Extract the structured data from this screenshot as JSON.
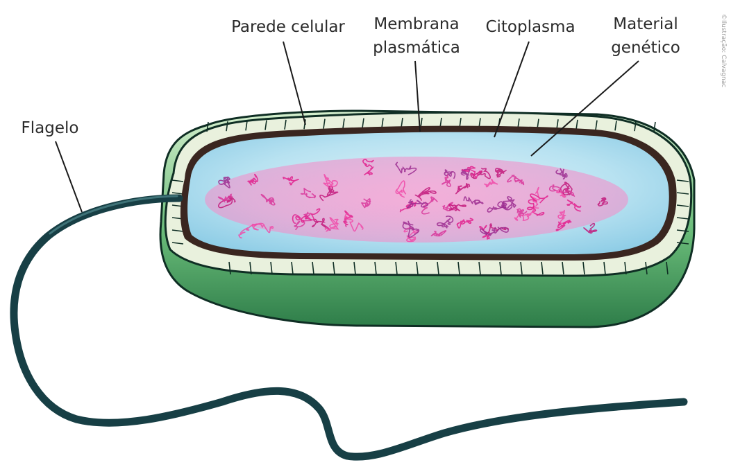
{
  "labels": {
    "cell_wall": "Parede celular",
    "membrane_line1": "Membrana",
    "membrane_line2": "plasmática",
    "cytoplasm": "Citoplasma",
    "genetic_line1": "Material",
    "genetic_line2": "genético",
    "flagellum": "Flagelo"
  },
  "credit": "©Ilustração: Calvagnac",
  "colors": {
    "cell_wall_outer": "#0f2e24",
    "cell_wall_fill": "#e8f0dc",
    "cell_body_green": "#3f9a5a",
    "cell_body_green_light": "#b9e3b0",
    "membrane": "#3a2620",
    "cytoplasm": "#a9dbef",
    "genetic_material": "#e8339a",
    "flagellum": "#173f45",
    "leader_line": "#1a1a1a"
  }
}
